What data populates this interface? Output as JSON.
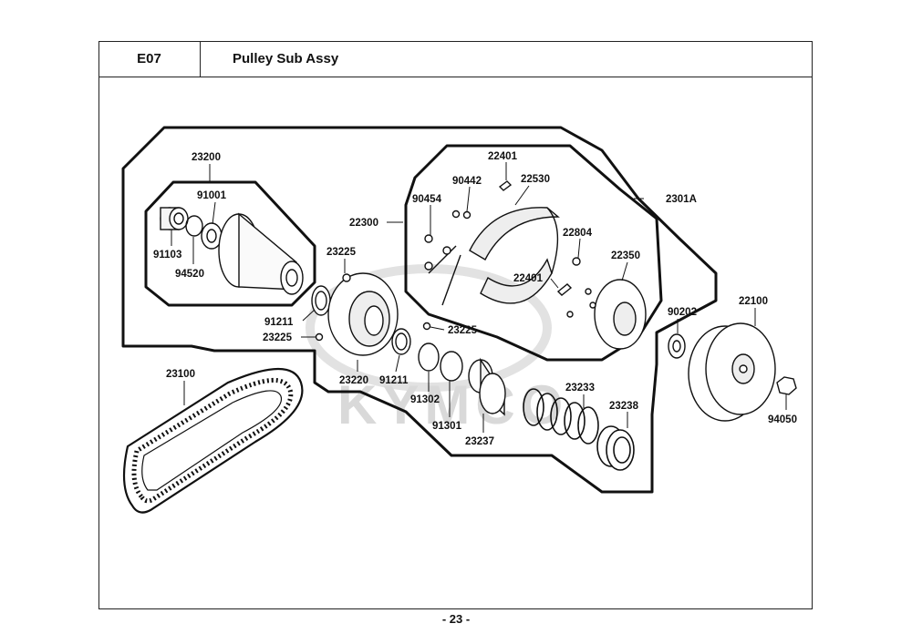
{
  "header": {
    "code": "E07",
    "title": "Pulley Sub Assy"
  },
  "watermark": "KYMCO",
  "parts": {
    "p23200": "23200",
    "p91001": "91001",
    "p91103": "91103",
    "p94520": "94520",
    "p22300": "22300",
    "p23225a": "23225",
    "p91211a": "91211",
    "p23225b": "23225",
    "p23225c": "23225",
    "p23220": "23220",
    "p91211b": "91211",
    "p91302": "91302",
    "p91301": "91301",
    "p23237": "23237",
    "p22401a": "22401",
    "p90442": "90442",
    "p90454": "90454",
    "p22530": "22530",
    "p22804": "22804",
    "p22401b": "22401",
    "p22350": "22350",
    "p2301A": "2301A",
    "p90202": "90202",
    "p22100": "22100",
    "p94050": "94050",
    "p23233": "23233",
    "p23238": "23238",
    "p23100": "23100"
  },
  "footer": {
    "page": "- 23 -"
  }
}
